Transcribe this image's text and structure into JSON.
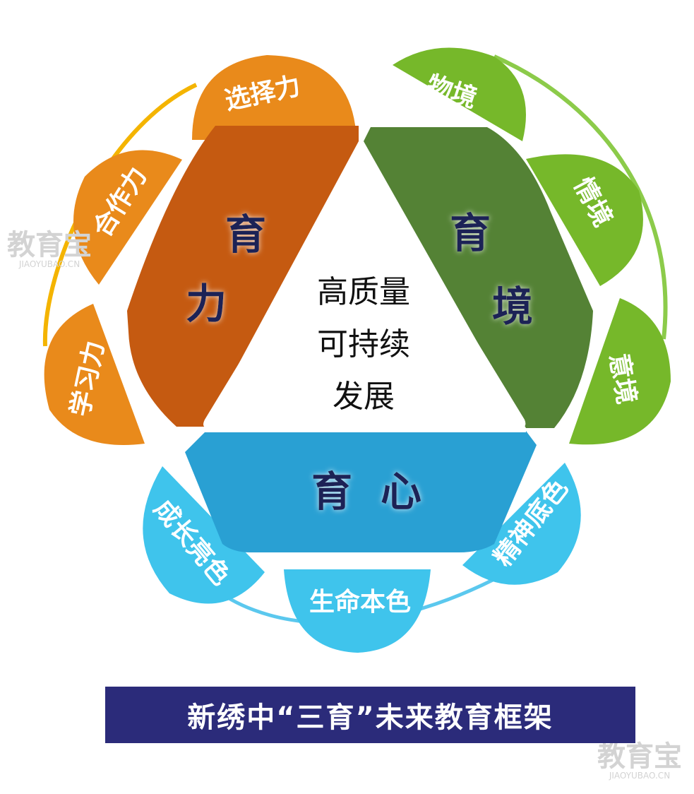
{
  "center": {
    "lines": [
      "高质量",
      "可持续",
      "发展"
    ]
  },
  "sections": {
    "yuli": {
      "chars": [
        "育",
        "力"
      ],
      "color": "#c55a11",
      "petal_color": "#e98a1b",
      "petals": [
        "选择力",
        "合作力",
        "学习力"
      ]
    },
    "yujing": {
      "chars": [
        "育",
        "境"
      ],
      "color": "#548235",
      "petal_color": "#76b82a",
      "petals": [
        "物境",
        "情境",
        "意境"
      ]
    },
    "yuxin": {
      "chars": [
        "育",
        "心"
      ],
      "color": "#29a0d3",
      "petal_color": "#3fc4ec",
      "petals": [
        "成长亮色",
        "生命本色",
        "精神底色"
      ]
    }
  },
  "caption": "新绣中“三育”未来教育框架",
  "caption_color": "#2b2b7a",
  "watermark": {
    "main": "教育宝",
    "sub": "JIAOYUBAO.CN"
  }
}
